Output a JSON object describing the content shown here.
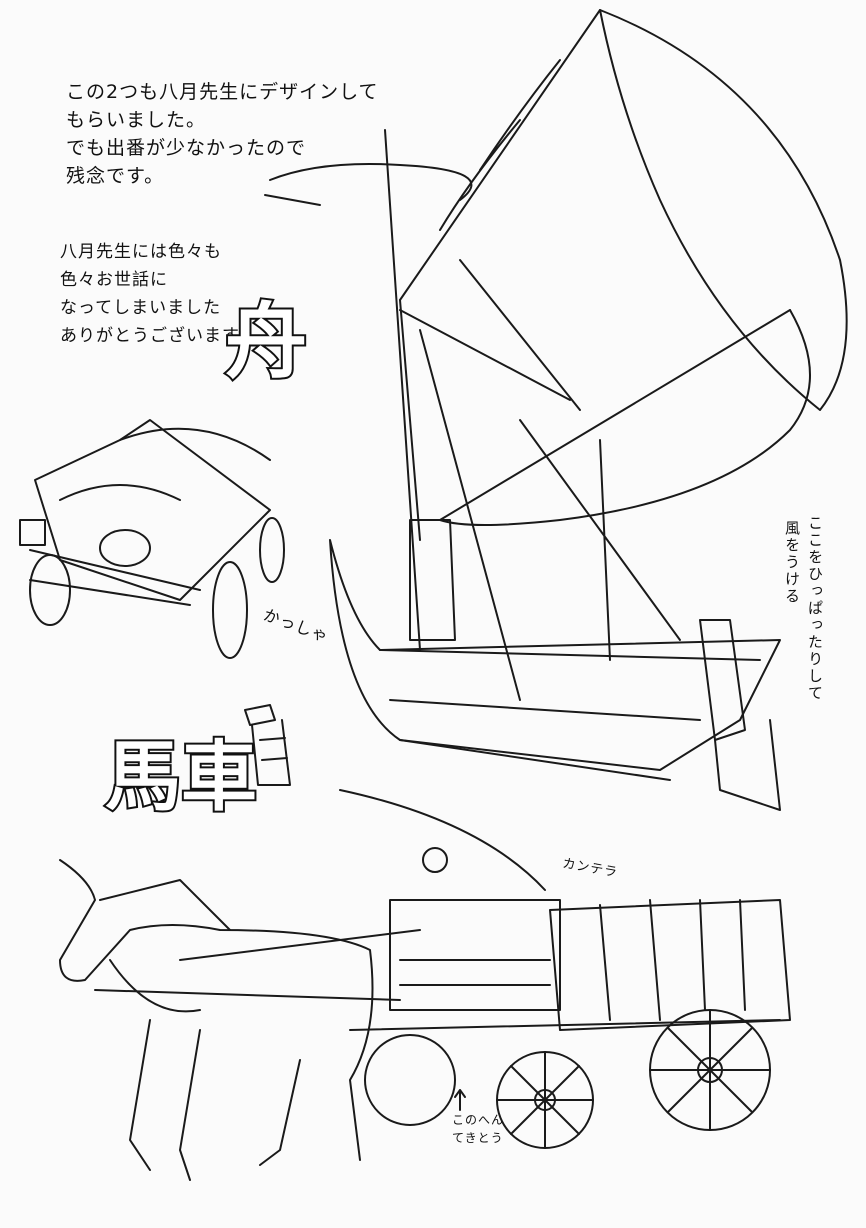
{
  "notes": {
    "design_note": "この2つも八月先生にデザインして\nもらいました。\nでも出番が少なかったので\n残念です。",
    "thanks_note": "八月先生には色々も\n色々お世話に\nなってしまいました\nありがとうございます。"
  },
  "headings": {
    "boat": "舟",
    "carriage": "馬車"
  },
  "annotations": {
    "pulley": "かっしゃ",
    "pull_rope": "ここをひっぱったりして",
    "catch_wind": "風をうける",
    "lantern": "カンテラ",
    "this_area_1": "このへん",
    "this_area_2": "てきとう"
  }
}
